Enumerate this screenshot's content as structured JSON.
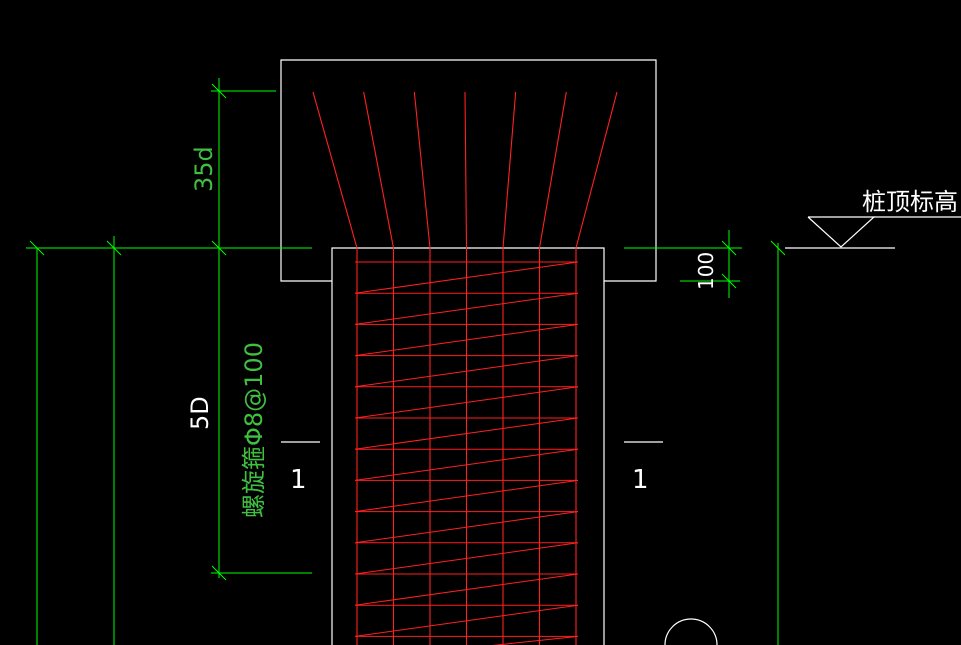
{
  "colors": {
    "background": "#000000",
    "outline": "#ffffff",
    "rebar": "#ff2020",
    "dimension": "#00ff00",
    "dimension_text": "#40c040",
    "white_text": "#ffffff"
  },
  "labels": {
    "anchor_length": "35d",
    "pile_top_elevation": "桩顶标高",
    "embed_depth": "100",
    "spiral_zone": "5D",
    "spiral_stirrup": "螺旋箍Φ8@100",
    "section_left": "1",
    "section_right": "1"
  },
  "rebar": {
    "longitudinal_bar_count": 7,
    "spiral_turn_count": 13
  }
}
